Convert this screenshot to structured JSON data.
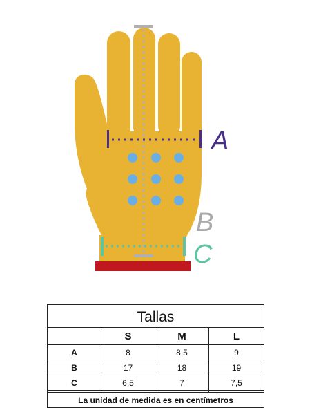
{
  "diagram": {
    "labels": {
      "a": "A",
      "b": "B",
      "c": "C"
    },
    "colors": {
      "glove": "#e8b333",
      "cuff_bar": "#c0181e",
      "measure_a": "#4a2f8a",
      "measure_b": "#a8a8a8",
      "measure_c": "#5fc4a0",
      "dots": "#6aaee6",
      "center_line": "#b0b0b0"
    }
  },
  "table": {
    "title": "Tallas",
    "headers": [
      "",
      "S",
      "M",
      "L"
    ],
    "rows": [
      {
        "label": "A",
        "values": [
          "8",
          "8,5",
          "9"
        ]
      },
      {
        "label": "B",
        "values": [
          "17",
          "18",
          "19"
        ]
      },
      {
        "label": "C",
        "values": [
          "6,5",
          "7",
          "7,5"
        ]
      }
    ],
    "footer": "La unidad de medida es en centímetros"
  }
}
